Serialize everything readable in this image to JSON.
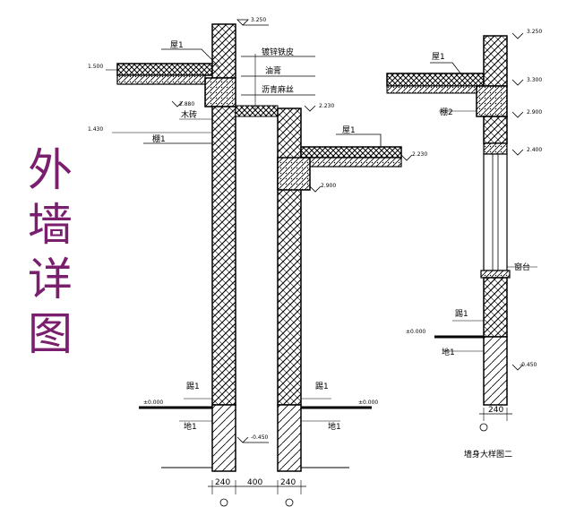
{
  "title_chars": [
    "外",
    "墙",
    "详",
    "图"
  ],
  "colors": {
    "title": "#7a1e6e",
    "ink": "#000000"
  },
  "left": {
    "elev_3250": "3.250",
    "elev_1500": "1.500",
    "elev_2880": "2.880",
    "elev_1430": "1.430",
    "elev_2230": "2.230",
    "elev_2900": "2.900",
    "elev_0000_l": "±0.000",
    "elev_0000_r": "±0.000",
    "elev_m0450": "-0.450",
    "wu1_a": "屋1",
    "wu1_b": "屋1",
    "note_1": "镀锌铁皮",
    "note_2": "油膏",
    "note_3": "沥青麻丝",
    "mutao": "木砖",
    "peng1": "棚1",
    "jiao1_l": "踢1",
    "jiao1_r": "踢1",
    "di1_l": "地1",
    "di1_r": "地1",
    "dim_240_l": "240",
    "dim_400": "400",
    "dim_240_r": "240"
  },
  "right": {
    "elev_3250": "3.250",
    "elev_3300": "3.300",
    "elev_2900": "2.900",
    "elev_2400": "2.400",
    "elev_0000": "±0.000",
    "elev_m0450": "-0.450",
    "wu1": "屋1",
    "peng2": "棚2",
    "chuangtai": "窗台",
    "jiao1": "踢1",
    "di1": "地1",
    "dim_240": "240",
    "caption": "墙身大样图二"
  }
}
